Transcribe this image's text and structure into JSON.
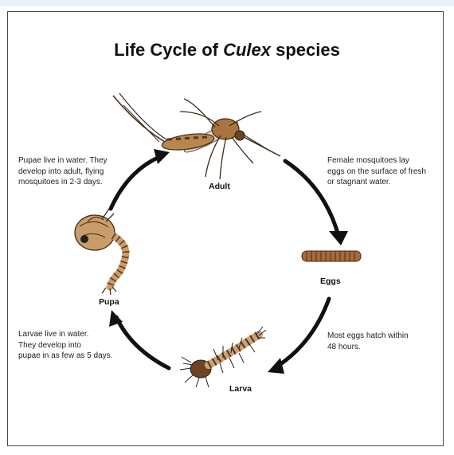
{
  "title": {
    "prefix": "Life Cycle of ",
    "genus": "Culex",
    "suffix": " species"
  },
  "stages": {
    "adult": "Adult",
    "eggs": "Eggs",
    "larva": "Larva",
    "pupa": "Pupa"
  },
  "notes": {
    "adult_to_eggs": "Female mosquitoes lay\neggs on the surface of fresh\nor stagnant water.",
    "eggs_to_larva": "Most eggs hatch within\n48 hours.",
    "larva_to_pupa": "Larvae live in water.\nThey develop into\npupae in as few as 5 days.",
    "pupa_to_adult": "Pupae live in water. They\ndevelop into adult, flying\nmosquitoes in 2-3 days."
  },
  "icons": [
    "adult-mosquito-icon",
    "egg-raft-icon",
    "larva-icon",
    "pupa-icon"
  ],
  "colors": {
    "arrow": "#111111",
    "body_brown": "#b8874f",
    "dark_brown": "#5b3418",
    "frame": "#4a4a4a"
  }
}
